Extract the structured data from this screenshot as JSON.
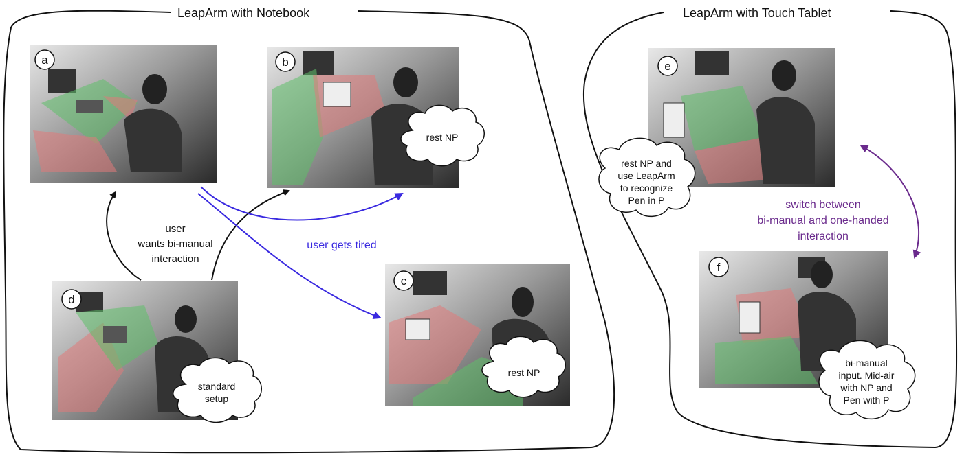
{
  "groups": {
    "notebook": {
      "title": "LeapArm with Notebook"
    },
    "tablet": {
      "title": "LeapArm with Touch Tablet"
    }
  },
  "photos": [
    {
      "id": "a",
      "letter": "a"
    },
    {
      "id": "b",
      "letter": "b",
      "bubble": [
        "rest NP"
      ]
    },
    {
      "id": "c",
      "letter": "c",
      "bubble": [
        "rest NP"
      ]
    },
    {
      "id": "d",
      "letter": "d",
      "bubble": [
        "standard",
        "setup"
      ]
    },
    {
      "id": "e",
      "letter": "e",
      "bubble": [
        "rest NP and",
        "use LeapArm",
        "to recognize",
        "Pen in P"
      ]
    },
    {
      "id": "f",
      "letter": "f",
      "bubble": [
        "bi-manual",
        "input. Mid-air",
        "with NP and",
        "Pen with P"
      ]
    }
  ],
  "labels": {
    "bimanual": [
      "user",
      "wants bi-manual",
      "interaction"
    ],
    "tired": "user gets tired",
    "switch": [
      "switch between",
      "bi-manual and  one-handed",
      "interaction"
    ]
  },
  "colors": {
    "black_arrow": "#111111",
    "blue_arrow": "#3a2ae0",
    "purple_arrow": "#6a2a8c",
    "zone_green": "#5fbf6a",
    "zone_red": "#e07a7a"
  }
}
